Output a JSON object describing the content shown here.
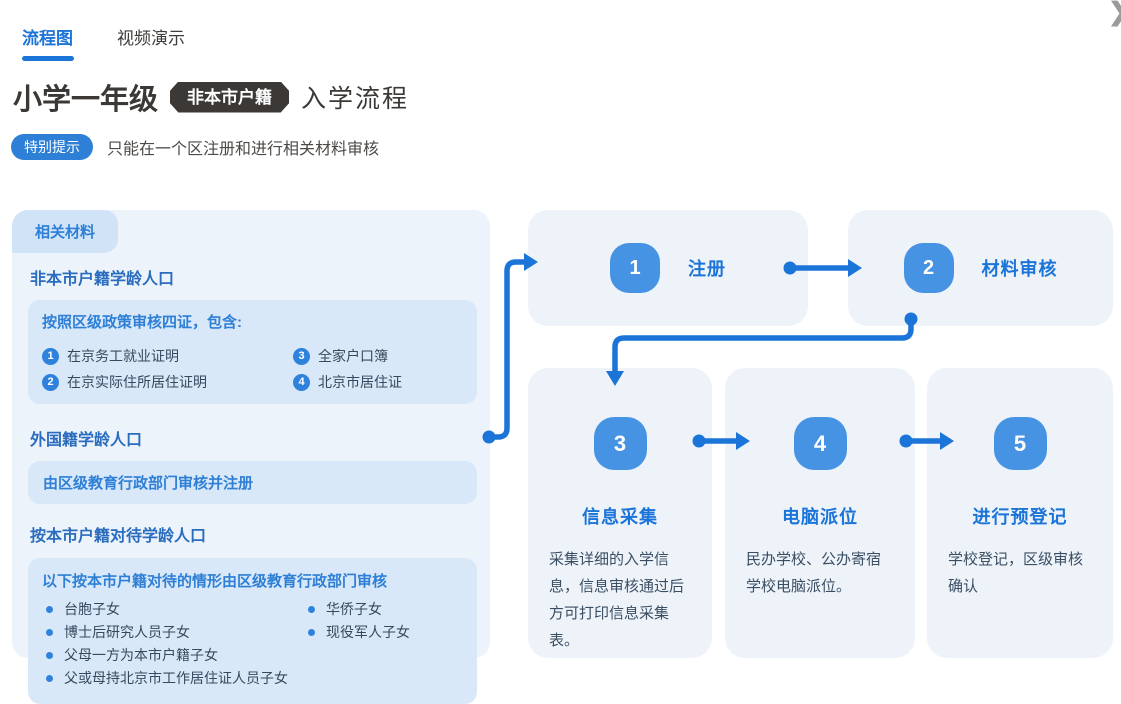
{
  "header": {
    "tabs": [
      {
        "label": "流程图",
        "active": true
      },
      {
        "label": "视频演示",
        "active": false
      }
    ],
    "corner_chevron": "❯",
    "title": {
      "part1": "小学一年级",
      "badge": "非本市户籍",
      "part2": "入学流程"
    },
    "tip": {
      "badge": "特别提示",
      "text": "只能在一个区注册和进行相关材料审核"
    }
  },
  "materials_panel": {
    "tab_label": "相关材料",
    "sections": [
      {
        "heading": "非本市户籍学龄人口",
        "box": {
          "title": "按照区级政策审核四证，包含:",
          "numbered_items": [
            {
              "num": "1",
              "text": "在京务工就业证明"
            },
            {
              "num": "2",
              "text": "在京实际住所居住证明"
            },
            {
              "num": "3",
              "text": "全家户口簿"
            },
            {
              "num": "4",
              "text": "北京市居住证"
            }
          ]
        }
      },
      {
        "heading": "外国籍学龄人口",
        "box": {
          "title": "由区级教育行政部门审核并注册"
        }
      },
      {
        "heading": "按本市户籍对待学龄人口",
        "box": {
          "title": "以下按本市户籍对待的情形由区级教育行政部门审核",
          "bullets_col1": [
            "台胞子女",
            "博士后研究人员子女",
            "父母一方为本市户籍子女",
            "父或母持北京市工作居住证人员子女"
          ],
          "bullets_col2": [
            "华侨子女",
            "现役军人子女"
          ]
        }
      }
    ]
  },
  "flow": {
    "steps": [
      {
        "num": "1",
        "label": "注册",
        "desc": ""
      },
      {
        "num": "2",
        "label": "材料审核",
        "desc": ""
      },
      {
        "num": "3",
        "label": "信息采集",
        "desc": "采集详细的入学信息，信息审核通过后方可打印信息采集表。"
      },
      {
        "num": "4",
        "label": "电脑派位",
        "desc": "民办学校、公办寄宿学校电脑派位。"
      },
      {
        "num": "5",
        "label": "进行预登记",
        "desc": "学校登记，区级审核确认"
      }
    ]
  },
  "colors": {
    "accent_blue": "#1b74d8",
    "badge_blue": "#4793e3",
    "circle_blue": "#2f82dc",
    "heading_blue": "#2a6cbe",
    "box_title_blue": "#2e7fd6",
    "dark_badge": "#3b3835",
    "panel_bg": "#edf3fb",
    "inner_box_bg": "#d8e8f8",
    "card_bg": "#eef3fa",
    "body_text": "#37495e"
  }
}
